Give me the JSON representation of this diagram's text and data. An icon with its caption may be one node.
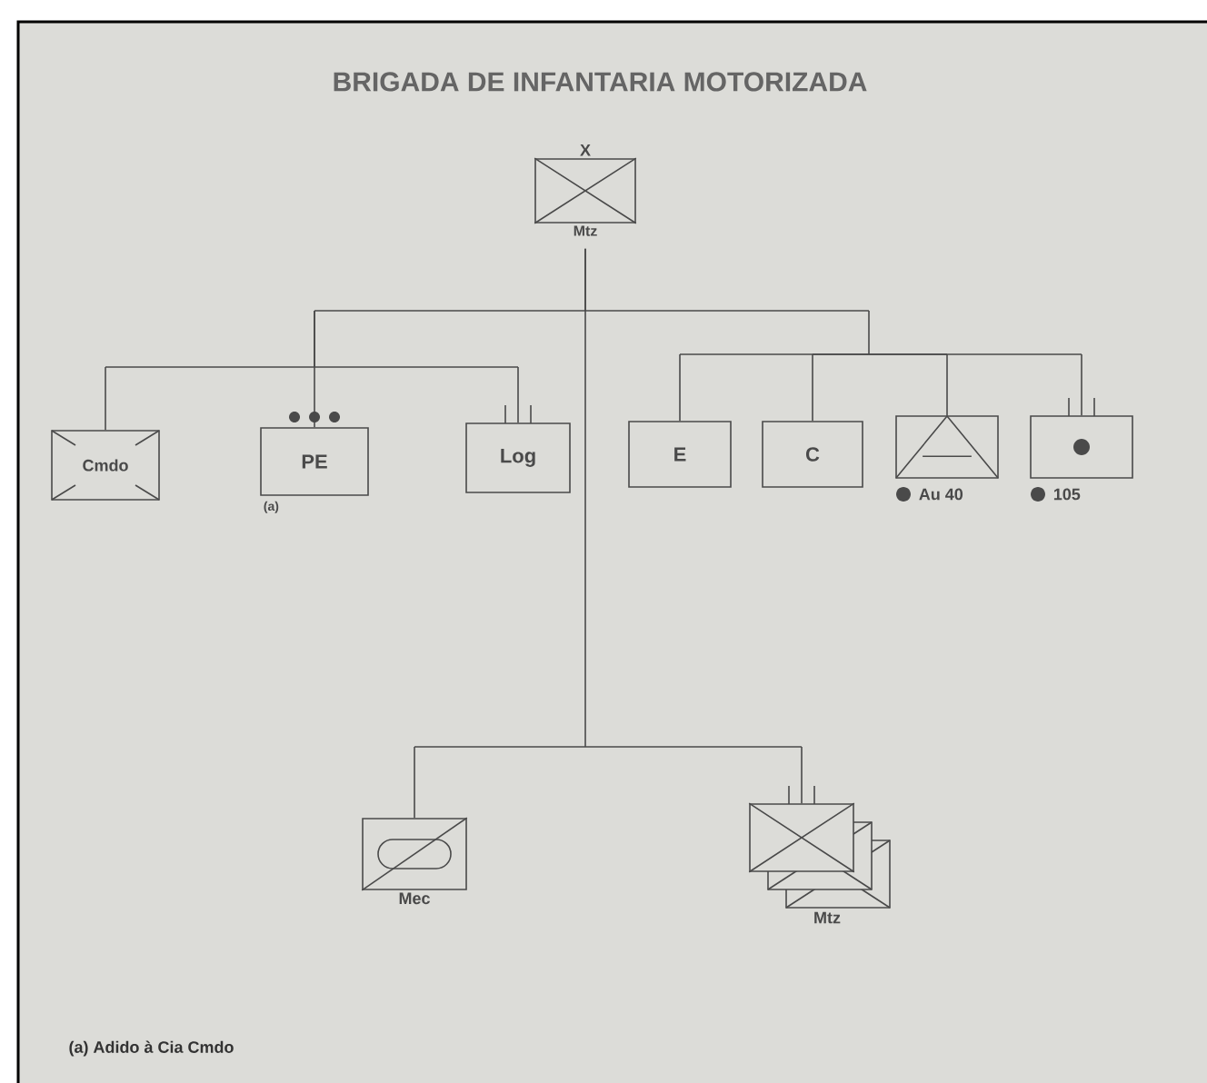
{
  "diagram": {
    "title": "BRIGADA DE INFANTARIA MOTORIZADA",
    "nodes": [
      {
        "text": [
          "X",
          "Mtz"
        ]
      },
      {
        "text": [
          "Cmdo"
        ]
      },
      {
        "text": [
          "PE"
        ],
        "beside": [
          "(a)"
        ]
      },
      {
        "text": [
          "Log"
        ]
      },
      {
        "text": [
          "E"
        ]
      },
      {
        "text": [
          "C"
        ]
      },
      {
        "text": [
          "Au 40"
        ]
      },
      {
        "text": [
          "105"
        ]
      },
      {
        "text": [
          "Mec"
        ]
      },
      {
        "text": [
          "Mtz"
        ]
      }
    ],
    "edges": [
      {
        "from": 0,
        "to": 1,
        "arrow": "none"
      },
      {
        "from": 0,
        "to": 2,
        "arrow": "none"
      },
      {
        "from": 0,
        "to": 3,
        "arrow": "none"
      },
      {
        "from": 0,
        "to": 4,
        "arrow": "none"
      },
      {
        "from": 0,
        "to": 5,
        "arrow": "none"
      },
      {
        "from": 0,
        "to": 6,
        "arrow": "none"
      },
      {
        "from": 0,
        "to": 7,
        "arrow": "none"
      },
      {
        "from": 0,
        "to": 8,
        "arrow": "none"
      },
      {
        "from": 0,
        "to": 9,
        "arrow": "none"
      }
    ],
    "labels": [
      "(a) Adido à Cia Cmdo"
    ]
  }
}
